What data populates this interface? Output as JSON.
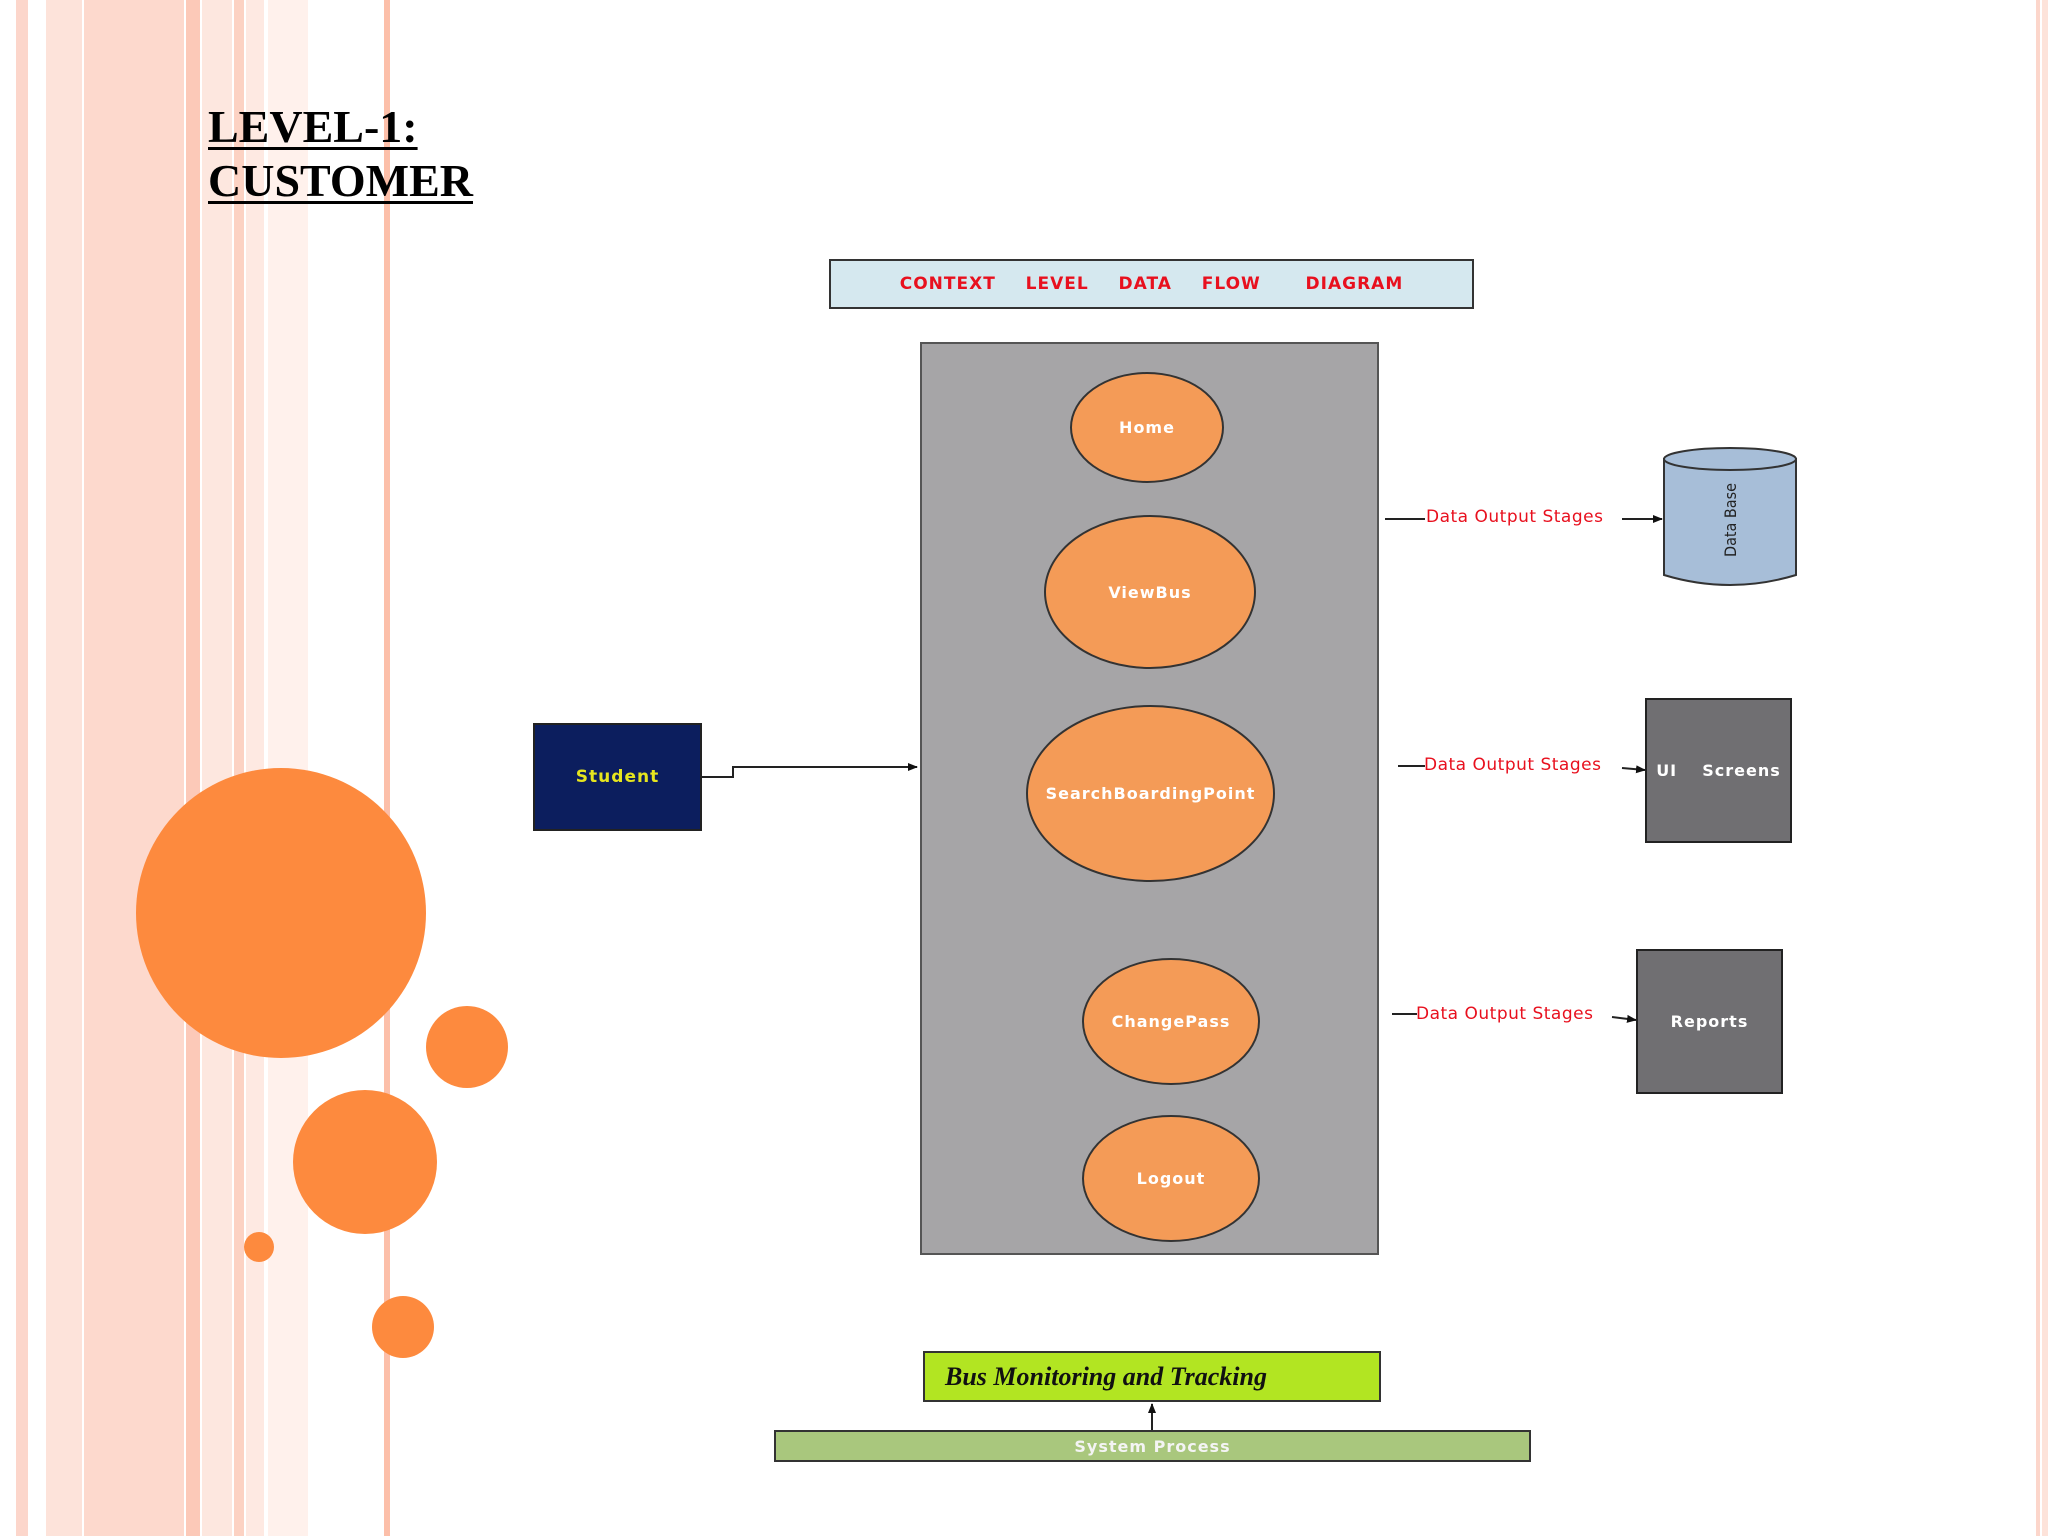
{
  "slide": {
    "title_lines": [
      "LEVEL-1:",
      "CUSTOMER"
    ]
  },
  "diagram": {
    "title": "CONTEXT  LEVEL  DATA  FLOW   DIAGRAM",
    "external_entity": "Student",
    "processes": [
      "Home",
      "ViewBus",
      "SearchBoardingPoint",
      "ChangePass",
      "Logout"
    ],
    "data_store": "Data Base",
    "outputs": [
      {
        "label": "Data Output Stages",
        "target": "Data Base"
      },
      {
        "label": "Data Output Stages",
        "target": "UI  Screens"
      },
      {
        "label": "Data Output Stages",
        "target": "Reports"
      }
    ],
    "system_name": "Bus Monitoring and Tracking",
    "system_process": "System Process"
  },
  "colors": {
    "accent_orange": "#fd8a3e",
    "process_fill": "#f49b57",
    "system_box": "#a6a5a7",
    "student_fill": "#0c1e5e",
    "label_red": "#e8101e",
    "title_box": "#d5e8ef",
    "database_fill": "#a7bed8",
    "bus_box": "#b2e522",
    "system_process_box": "#a9c77d"
  }
}
